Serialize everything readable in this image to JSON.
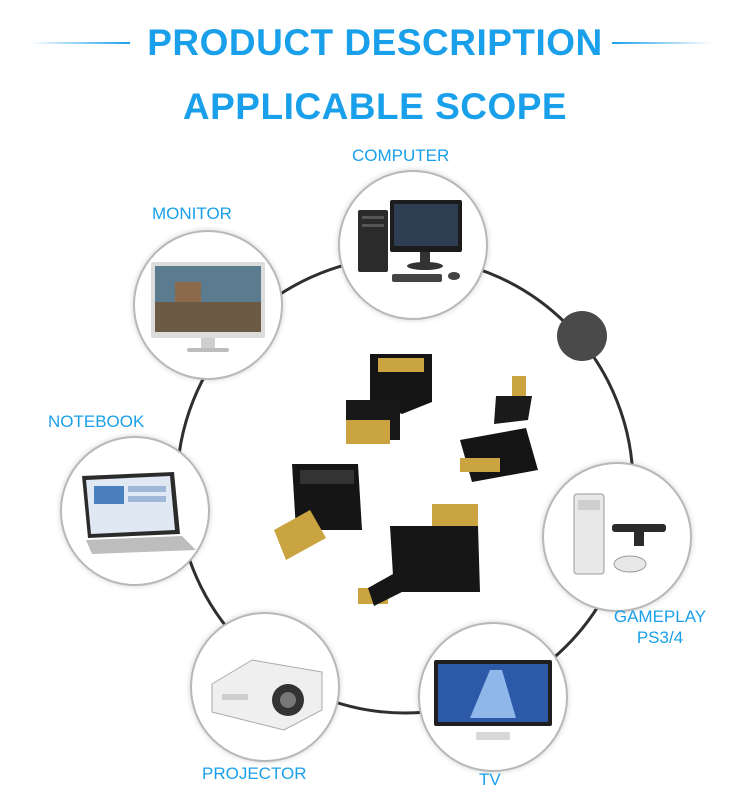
{
  "header": {
    "title": "PRODUCT DESCRIPTION",
    "subtitle": "APPLICABLE SCOPE"
  },
  "devices": {
    "computer": {
      "label": "COMPUTER",
      "icon": "desktop-computer-icon"
    },
    "monitor": {
      "label": "MONITOR",
      "icon": "monitor-icon"
    },
    "notebook": {
      "label": "NOTEBOOK",
      "icon": "laptop-icon"
    },
    "gameplay": {
      "label_line1": "GAMEPLAY",
      "label_line2": "PS3/4",
      "icon": "game-console-icon"
    },
    "projector": {
      "label": "PROJECTOR",
      "icon": "projector-icon"
    },
    "tv": {
      "label": "TV",
      "icon": "tv-icon"
    }
  },
  "center": {
    "image": "hdmi-adapter-set"
  },
  "colors": {
    "accent": "#1aa0ea",
    "ring": "#2f2f2f",
    "dot": "#4a4a4a"
  }
}
